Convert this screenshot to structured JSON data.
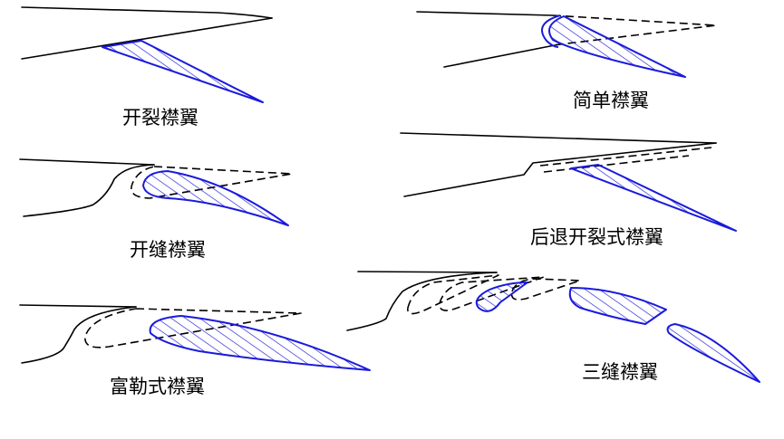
{
  "labels": {
    "split_flap": "开裂襟翼",
    "plain_flap": "简单襟翼",
    "slotted_flap": "开缝襟翼",
    "zap_flap": "后退开裂式襟翼",
    "fowler_flap": "富勒式襟翼",
    "triple_slotted_flap": "三缝襟翼"
  },
  "colors": {
    "flap": "#1a1adc",
    "wing": "#000000"
  }
}
